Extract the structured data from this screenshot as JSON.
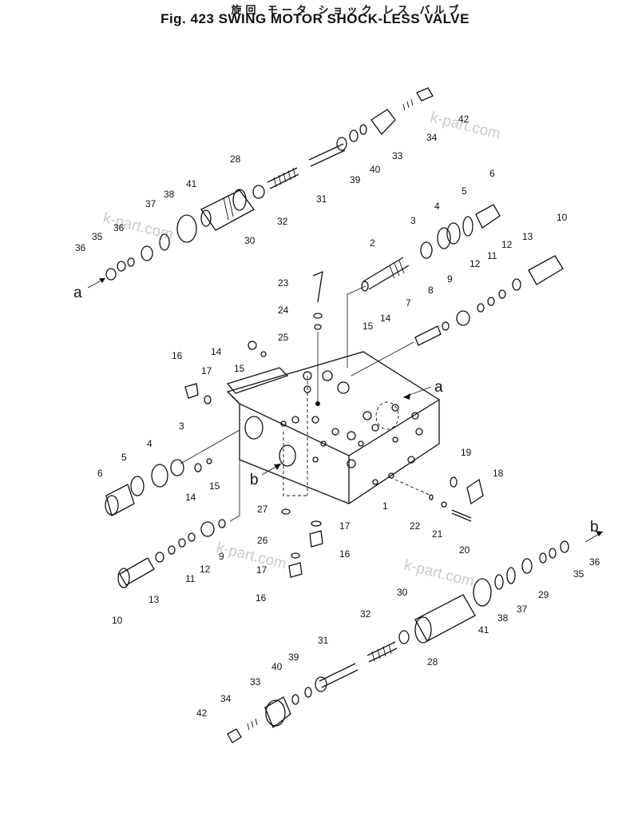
{
  "title": {
    "japanese": "旋回 モータ ショック レス バルブ",
    "english": "Fig. 423  SWING MOTOR SHOCK-LESS VALVE"
  },
  "watermark": "k-part.com",
  "callouts": [
    "1",
    "2",
    "3",
    "3",
    "4",
    "4",
    "5",
    "5",
    "6",
    "6",
    "7",
    "8",
    "9",
    "9",
    "10",
    "10",
    "11",
    "11",
    "12",
    "12",
    "12",
    "13",
    "13",
    "14",
    "14",
    "14",
    "15",
    "15",
    "15",
    "16",
    "16",
    "16",
    "17",
    "17",
    "17",
    "18",
    "19",
    "20",
    "21",
    "22",
    "23",
    "24",
    "25",
    "26",
    "27",
    "28",
    "28",
    "29",
    "30",
    "30",
    "31",
    "31",
    "32",
    "32",
    "33",
    "33",
    "34",
    "34",
    "35",
    "35",
    "36",
    "36",
    "36",
    "37",
    "37",
    "38",
    "38",
    "39",
    "39",
    "40",
    "40",
    "41",
    "41",
    "42",
    "42"
  ],
  "port_labels": [
    "a",
    "a",
    "b",
    "b"
  ]
}
